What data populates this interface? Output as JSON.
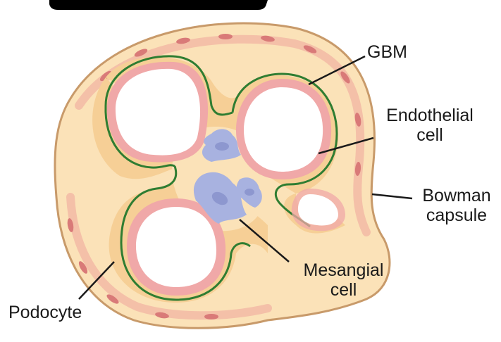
{
  "labels": {
    "gbm": "GBM",
    "endothelial": {
      "line1": "Endothelial",
      "line2": "cell"
    },
    "bowman": {
      "line1": "Bowman",
      "line2": "capsule"
    },
    "mesangial": {
      "line1": "Mesangial",
      "line2": "cell"
    },
    "podocyte": "Podocyte"
  },
  "colors": {
    "capsule_fill": "#fbe2b8",
    "capsule_outline": "#c89a6a",
    "epithelium": "#f4c0a8",
    "epithelium_nuclei": "#d97a78",
    "podocyte": "#f6cf96",
    "gbm_line": "#2f7d32",
    "endothelium": "#f0a8a8",
    "lumen": "#ffffff",
    "mesangial": "#a8b2e0",
    "mesangial_nucleus": "#8d97cf",
    "leader": "#1a1a1a"
  }
}
